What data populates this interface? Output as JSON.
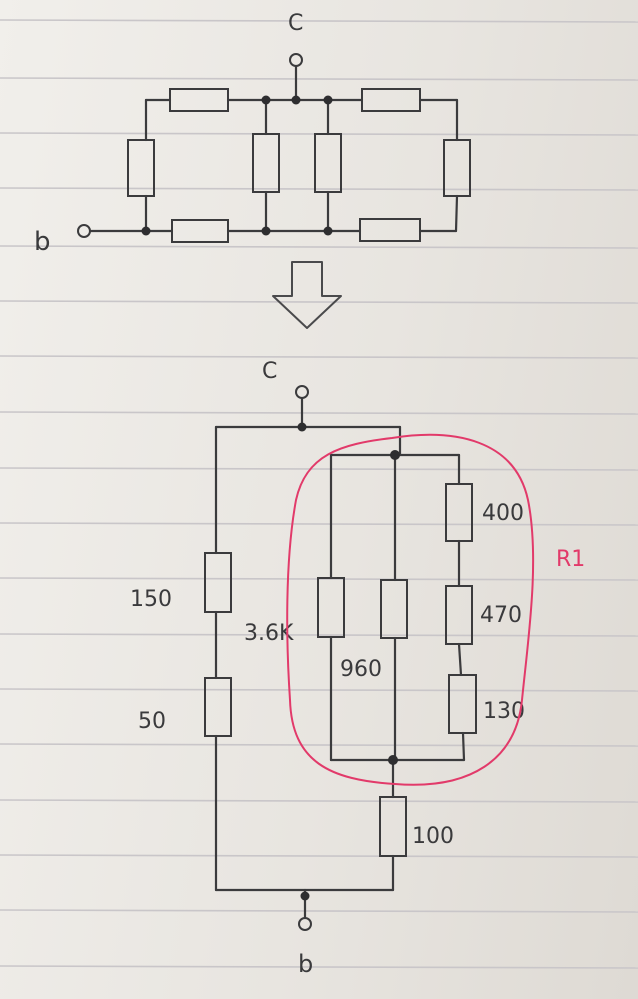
{
  "top_circuit": {
    "terminal_c": "C",
    "terminal_b": "b"
  },
  "bottom_circuit": {
    "terminal_c": "C",
    "terminal_b": "b",
    "resistors": {
      "r150": "150",
      "r50": "50",
      "r3600": "3.6K",
      "r960": "960",
      "r400": "400",
      "r470": "470",
      "r130": "130",
      "r100": "100"
    },
    "group_label": "R1",
    "group_color": "#e23a6a"
  },
  "colors": {
    "paper": "#eeebe6",
    "ink": "#3b3b3d",
    "rule_line": "#c9c6c9"
  }
}
